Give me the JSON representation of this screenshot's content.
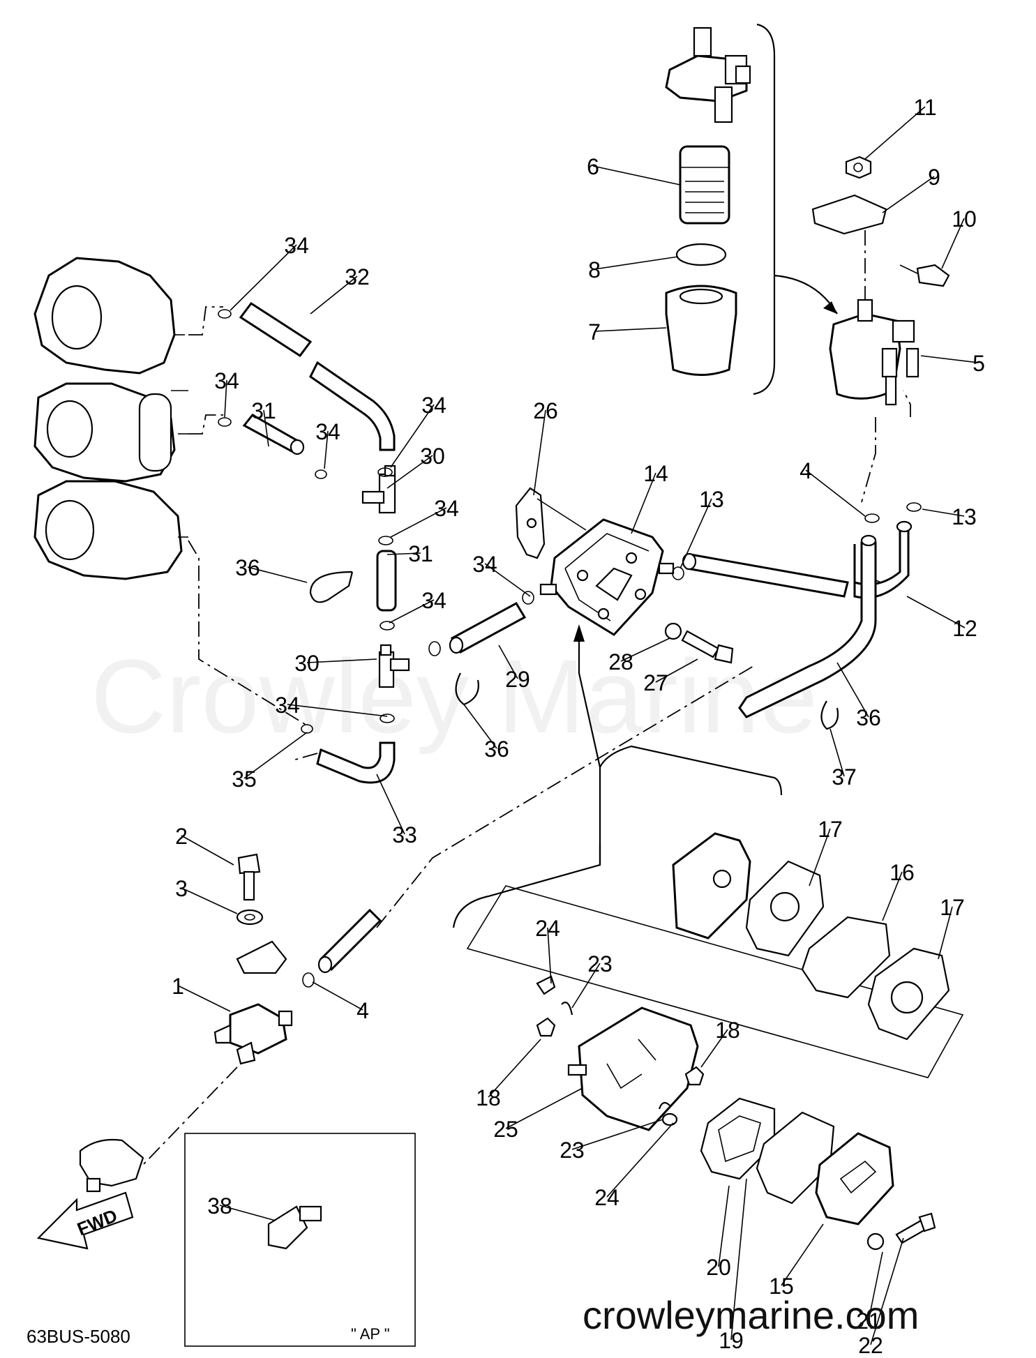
{
  "watermark": "Crowley Marine",
  "website": "crowleymarine.com",
  "diagram_code": "63BUS-5080",
  "fwd_label": "FWD",
  "ap_label": "\" AP \"",
  "callouts": [
    "1",
    "2",
    "3",
    "4",
    "4",
    "5",
    "6",
    "7",
    "8",
    "9",
    "10",
    "11",
    "12",
    "13",
    "13",
    "14",
    "15",
    "16",
    "17",
    "17",
    "18",
    "18",
    "19",
    "20",
    "21",
    "22",
    "23",
    "23",
    "24",
    "24",
    "25",
    "26",
    "27",
    "28",
    "29",
    "30",
    "30",
    "31",
    "31",
    "32",
    "33",
    "34",
    "34",
    "34",
    "34",
    "34",
    "34",
    "34",
    "34",
    "35",
    "36",
    "36",
    "36",
    "37",
    "38"
  ]
}
